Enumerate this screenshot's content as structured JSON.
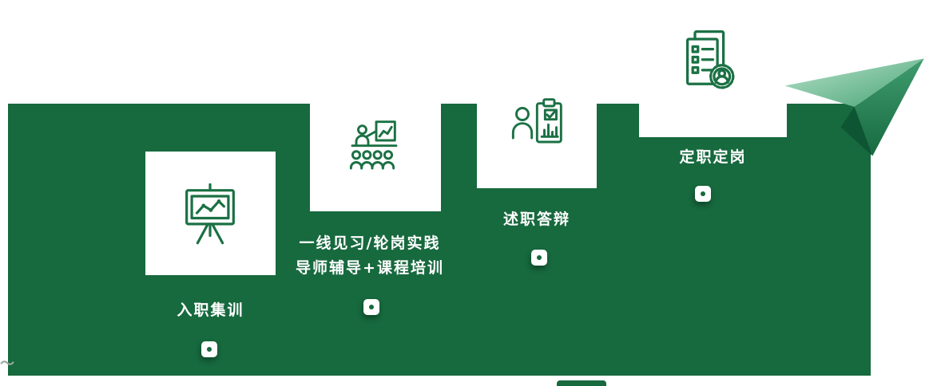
{
  "diagram": {
    "steps": [
      {
        "label": "入职集训",
        "icon": "presentation-chart-board-icon",
        "marker": "step-marker"
      },
      {
        "label_line1": "一线见习/轮岗实践",
        "label_line2": "导师辅导+课程培训",
        "icon": "mentor-lecture-audience-icon",
        "marker": "step-marker"
      },
      {
        "label": "述职答辩",
        "icon": "report-defense-checklist-icon",
        "marker": "step-marker"
      },
      {
        "label": "定职定岗",
        "icon": "position-certificate-document-icon",
        "marker": "step-marker"
      }
    ],
    "decorations": {
      "paper_plane": "paper-plane-icon",
      "tilde": "〜"
    },
    "colors": {
      "page_background": "#ffffff",
      "shape_green": "#17693e",
      "icon_green": "#1b7144",
      "plane_light_green": "#b9e3cc",
      "plane_mid_green": "#3f9c6e",
      "plane_dark_green": "#0e5533",
      "label_text": "#ffffff"
    }
  }
}
